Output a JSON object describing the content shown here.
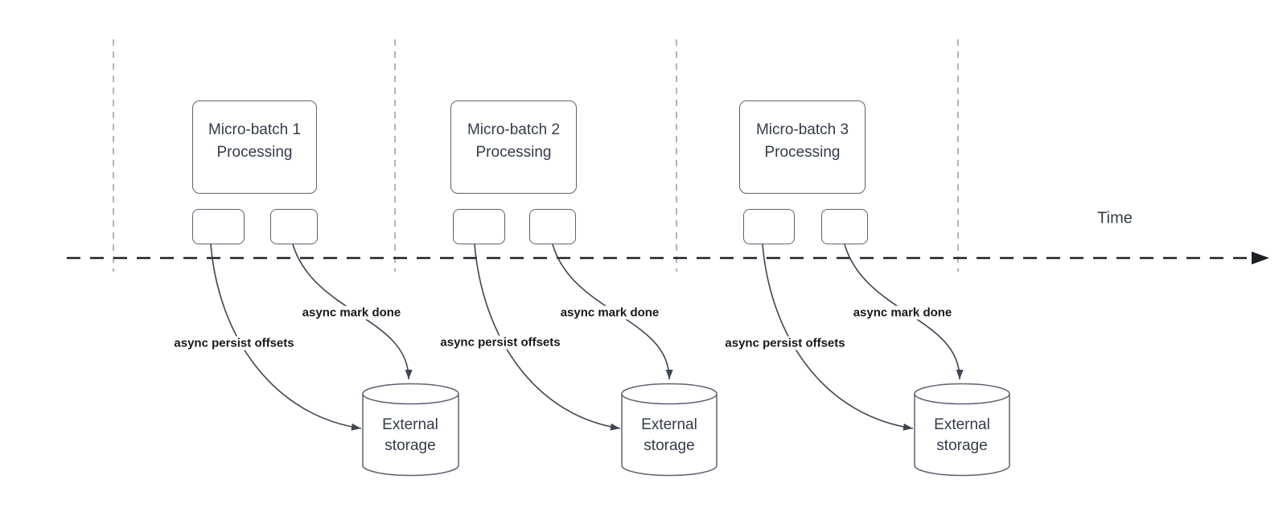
{
  "diagram": {
    "time_label": "Time",
    "groups": [
      {
        "title": "Micro-batch 1",
        "subtitle": "Processing",
        "persist_label": "async persist offsets",
        "done_label": "async mark done",
        "storage_line1": "External",
        "storage_line2": "storage"
      },
      {
        "title": "Micro-batch 2",
        "subtitle": "Processing",
        "persist_label": "async persist offsets",
        "done_label": "async mark done",
        "storage_line1": "External",
        "storage_line2": "storage"
      },
      {
        "title": "Micro-batch 3",
        "subtitle": "Processing",
        "persist_label": "async persist offsets",
        "done_label": "async mark done",
        "storage_line1": "External",
        "storage_line2": "storage"
      }
    ],
    "colors": {
      "shape_stroke": "#5b6370",
      "arrow_stroke": "#3e4653",
      "axis_color": "#1c2028",
      "gridline_color": "#a6a6ad",
      "text_color": "#343c49",
      "label_color": "#14171c",
      "canvas_bg": "#ffffff"
    }
  }
}
